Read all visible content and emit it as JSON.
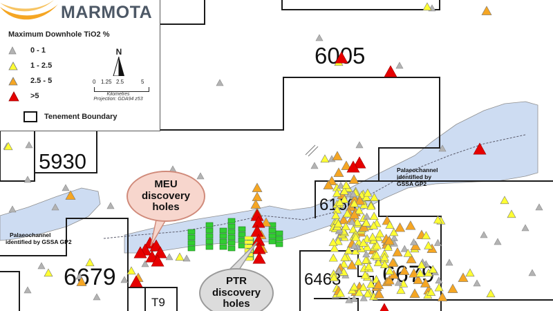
{
  "logo": {
    "brand": "MARMOTA"
  },
  "legend": {
    "title": "Maximum Downhole TiO2 %",
    "classes": [
      {
        "label": "0 - 1",
        "color": "#b3b3b3"
      },
      {
        "label": "1 - 2.5",
        "color": "#ffff33"
      },
      {
        "label": "2.5 - 5",
        "color": "#f5a623"
      },
      {
        "label": ">5",
        "color": "#e60000"
      }
    ],
    "tenement_label": "Tenement Boundary",
    "north": "N",
    "scale": {
      "ticks": [
        "0",
        "1.25",
        "2.5",
        "5"
      ],
      "unit": "Kilometres",
      "projection": "Projection: GDA94 z53"
    }
  },
  "tenements": [
    "6005",
    "5930",
    "6166",
    "6679",
    "6679",
    "6463",
    "T9"
  ],
  "callouts": {
    "meu": {
      "line1": "MEU",
      "line2": "discovery",
      "line3": "holes"
    },
    "ptr": {
      "line1": "PTR",
      "line2": "discovery",
      "line3": "holes"
    }
  },
  "palaeochannel_labels": {
    "west": {
      "line1": "Palaeochannel",
      "line2": "identified by GSSA GP2"
    },
    "east": {
      "line1": "Palaeochannel",
      "line2": "identified by",
      "line3": "GSSA GP2"
    }
  },
  "colors": {
    "palaeochannel": "#cddcf2",
    "boundary": "#1a1a1a",
    "discovery_holes": "#33cc33"
  }
}
